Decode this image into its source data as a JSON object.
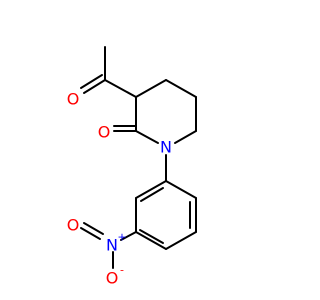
{
  "molecule": {
    "atoms": [
      {
        "id": "o_acetyl",
        "symbol": "O",
        "charge": "",
        "color": "#ff0000"
      },
      {
        "id": "o_lactam",
        "symbol": "O",
        "charge": "",
        "color": "#ff0000"
      },
      {
        "id": "n_ring",
        "symbol": "N",
        "charge": "",
        "color": "#0000ff"
      },
      {
        "id": "n_nitro",
        "symbol": "N",
        "charge": "+",
        "color": "#0000ff"
      },
      {
        "id": "o_nitro_double",
        "symbol": "O",
        "charge": "",
        "color": "#ff0000"
      },
      {
        "id": "o_nitro_single",
        "symbol": "O",
        "charge": "-",
        "color": "#ff0000"
      }
    ]
  }
}
